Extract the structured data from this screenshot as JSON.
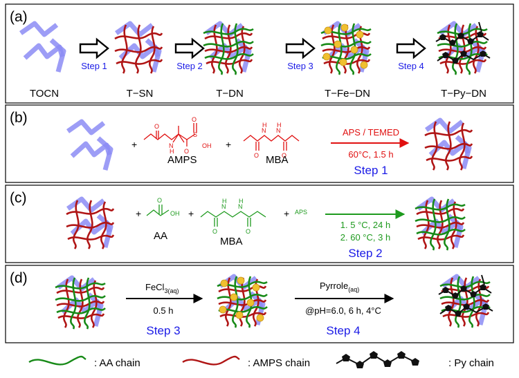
{
  "panels": {
    "a": {
      "label": "(a)",
      "stages": [
        "TOCN",
        "T−SN",
        "T−DN",
        "T−Fe−DN",
        "T−Py−DN"
      ],
      "steps": [
        "Step 1",
        "Step 2",
        "Step 3",
        "Step 4"
      ]
    },
    "b": {
      "label": "(b)",
      "plus": "+",
      "amps_name": "AMPS",
      "mba_name": "MBA",
      "reagent": "APS / TEMED",
      "condition": "60°C, 1.5 h",
      "step": "Step 1",
      "atoms": {
        "O": "O",
        "N": "N",
        "S": "S",
        "OH": "OH",
        "H": "H"
      }
    },
    "c": {
      "label": "(c)",
      "plus": "+",
      "aa_name": "AA",
      "mba_name": "MBA",
      "aps": "APS",
      "condition1": "1. 5 °C, 24 h",
      "condition2": "2. 60 °C, 3 h",
      "step": "Step 2",
      "atoms": {
        "O": "O",
        "OH": "OH",
        "N": "N",
        "H": "H"
      }
    },
    "d": {
      "label": "(d)",
      "reagent1_main": "FeCl",
      "reagent1_sub": "3(aq)",
      "time1": "0.5 h",
      "step1": "Step 3",
      "reagent2_main": "Pyrrole",
      "reagent2_sub": "(aq)",
      "condition2": "@pH=6.0, 6 h, 4°C",
      "step2": "Step 4"
    }
  },
  "legend": {
    "aa_chain": ": AA chain",
    "amps_chain": ": AMPS chain",
    "py_chain": ": Py chain"
  },
  "colors": {
    "tocn": "#8c8cf5",
    "amps": "#b01515",
    "aa": "#178a17",
    "fe": "#f0c030",
    "py": "#111111",
    "red_text": "#e01010",
    "green_text": "#1e9a1e",
    "blue_text": "#1a1ae6"
  }
}
